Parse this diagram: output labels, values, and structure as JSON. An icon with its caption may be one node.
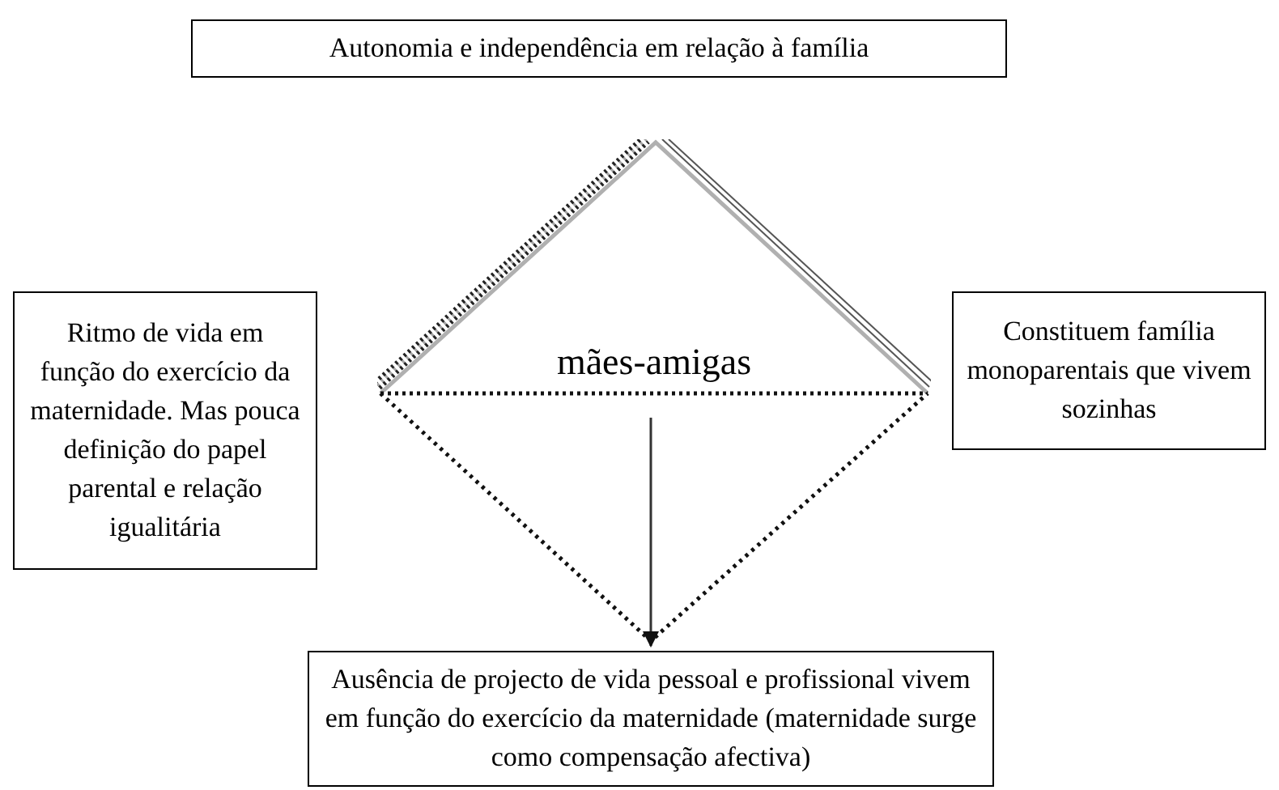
{
  "diagram": {
    "nodes": [
      {
        "text": [
          "Autonomia e independência em relação à família"
        ]
      },
      {
        "text": [
          "Ritmo de vida em função do exercício da maternidade. Mas pouca definição do papel parental e relação igualitária"
        ]
      },
      {
        "text": [
          "mães-amigas"
        ]
      },
      {
        "text": [
          "Constituem família monoparentais que vivem sozinhas"
        ]
      },
      {
        "text": [
          "Ausência de projecto de vida pessoal e profissional vivem em função do exercício da maternidade (maternidade surge como compensação afectiva)"
        ]
      }
    ],
    "edges": [
      {
        "from": 2,
        "to": 4,
        "arrow": "to"
      }
    ]
  }
}
